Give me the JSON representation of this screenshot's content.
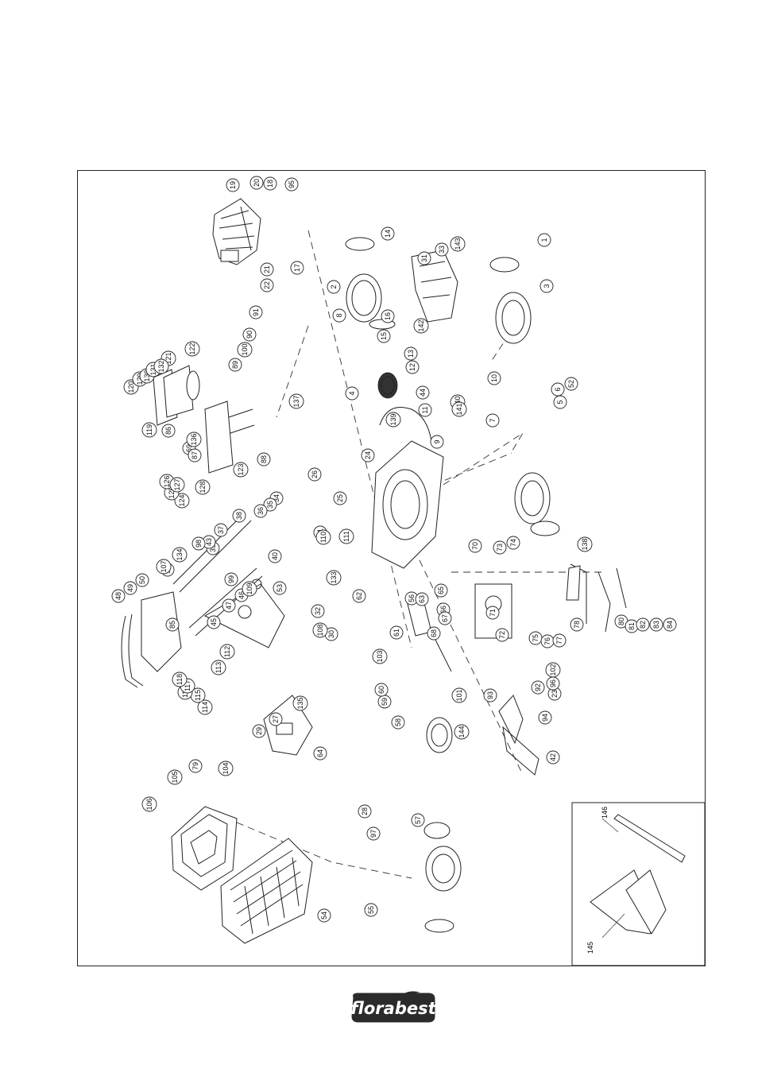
{
  "brand": {
    "logo_text": "florabest"
  },
  "inset_parts": [
    "145",
    "146"
  ],
  "part_numbers": [
    "1",
    "2",
    "3",
    "4",
    "5",
    "6",
    "7",
    "8",
    "9",
    "10",
    "11",
    "12",
    "13",
    "14",
    "15",
    "16",
    "17",
    "18",
    "19",
    "20",
    "21",
    "22",
    "23",
    "24",
    "25",
    "26",
    "27",
    "28",
    "29",
    "30",
    "31",
    "32",
    "33",
    "34",
    "35",
    "36",
    "37",
    "38",
    "39",
    "40",
    "41",
    "42",
    "43",
    "44",
    "45",
    "46",
    "47",
    "48",
    "49",
    "50",
    "51",
    "52",
    "53",
    "54",
    "55",
    "56",
    "57",
    "58",
    "59",
    "60",
    "61",
    "62",
    "63",
    "64",
    "65",
    "66",
    "67",
    "68",
    "69",
    "70",
    "71",
    "72",
    "73",
    "74",
    "75",
    "76",
    "77",
    "78",
    "79",
    "80",
    "81",
    "82",
    "83",
    "84",
    "85",
    "86",
    "87",
    "88",
    "89",
    "90",
    "91",
    "92",
    "93",
    "94",
    "95",
    "96",
    "97",
    "98",
    "99",
    "100",
    "101",
    "102",
    "103",
    "104",
    "105",
    "106",
    "107",
    "108",
    "109",
    "110",
    "111",
    "112",
    "113",
    "114",
    "115",
    "116",
    "117",
    "118",
    "119",
    "120",
    "121",
    "122",
    "123",
    "124",
    "125",
    "126",
    "127",
    "128",
    "129",
    "130",
    "131",
    "132",
    "133",
    "134",
    "135",
    "136",
    "137",
    "138",
    "139",
    "140",
    "141",
    "142",
    "143",
    "144",
    "145",
    "146"
  ]
}
